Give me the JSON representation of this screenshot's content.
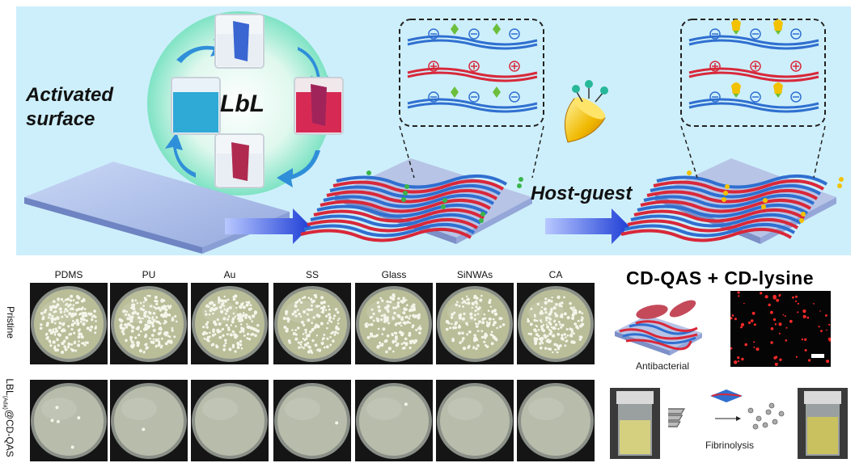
{
  "top": {
    "activated_label": "Activated\nsurface",
    "lbl_label": "LbL",
    "host_guest_label": "Host-guest"
  },
  "grid": {
    "columns": [
      "PDMS",
      "PU",
      "Au",
      "SS",
      "Glass",
      "SiNWAs",
      "CA"
    ],
    "row_labels": {
      "pristine": "Pristine",
      "coated_prefix": "LBL",
      "coated_sub": "(Ada)",
      "coated_suffix": "@CD-QAS"
    },
    "pristine_colonies": [
      180,
      200,
      170,
      140,
      160,
      130,
      160
    ],
    "coated_colonies": [
      5,
      1,
      0,
      1,
      1,
      0,
      0
    ]
  },
  "right": {
    "title": "CD-QAS + CD-lysine",
    "antibacterial_label": "Antibacterial",
    "fibrinolysis_label": "Fibrinolysis"
  },
  "colors": {
    "panel_bg": "#cdeffb",
    "fiber_blue": "#2f6fd0",
    "fiber_red": "#d8283a",
    "arrow_blue": "#1f3fd6",
    "fluor_red": "#ff2a2a"
  }
}
